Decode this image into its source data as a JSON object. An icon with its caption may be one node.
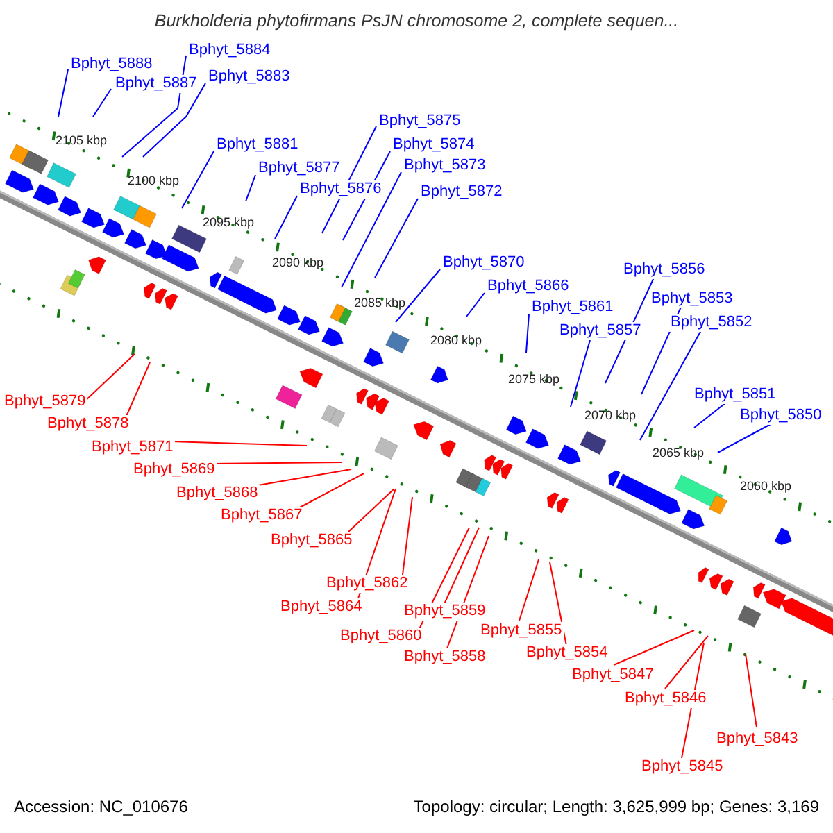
{
  "diagram": {
    "title": "Burkholderia phytofirmans PsJN chromosome 2, complete sequen...",
    "nodes": [
      {
        "text": [
          "Bphyt_5888"
        ]
      },
      {
        "text": [
          "Bphyt_5884"
        ]
      },
      {
        "text": [
          "Bphyt_5887"
        ]
      },
      {
        "text": [
          "Bphyt_5883"
        ]
      },
      {
        "text": [
          "Bphyt_5881"
        ]
      },
      {
        "text": [
          "Bphyt_5877"
        ]
      },
      {
        "text": [
          "Bphyt_5876"
        ]
      },
      {
        "text": [
          "Bphyt_5875"
        ]
      },
      {
        "text": [
          "Bphyt_5874"
        ]
      },
      {
        "text": [
          "Bphyt_5873"
        ]
      },
      {
        "text": [
          "Bphyt_5872"
        ]
      },
      {
        "text": [
          "Bphyt_5870"
        ]
      },
      {
        "text": [
          "Bphyt_5866"
        ]
      },
      {
        "text": [
          "Bphyt_5861"
        ]
      },
      {
        "text": [
          "Bphyt_5857"
        ]
      },
      {
        "text": [
          "Bphyt_5856"
        ]
      },
      {
        "text": [
          "Bphyt_5853"
        ]
      },
      {
        "text": [
          "Bphyt_5852"
        ]
      },
      {
        "text": [
          "Bphyt_5851"
        ]
      },
      {
        "text": [
          "Bphyt_5850"
        ]
      },
      {
        "text": [
          "Bphyt_5879"
        ]
      },
      {
        "text": [
          "Bphyt_5878"
        ]
      },
      {
        "text": [
          "Bphyt_5871"
        ]
      },
      {
        "text": [
          "Bphyt_5869"
        ]
      },
      {
        "text": [
          "Bphyt_5868"
        ]
      },
      {
        "text": [
          "Bphyt_5867"
        ]
      },
      {
        "text": [
          "Bphyt_5865"
        ]
      },
      {
        "text": [
          "Bphyt_5862"
        ]
      },
      {
        "text": [
          "Bphyt_5864"
        ]
      },
      {
        "text": [
          "Bphyt_5860"
        ]
      },
      {
        "text": [
          "Bphyt_5859"
        ]
      },
      {
        "text": [
          "Bphyt_5858"
        ]
      },
      {
        "text": [
          "Bphyt_5855"
        ]
      },
      {
        "text": [
          "Bphyt_5854"
        ]
      },
      {
        "text": [
          "Bphyt_5847"
        ]
      },
      {
        "text": [
          "Bphyt_5846"
        ]
      },
      {
        "text": [
          "Bphyt_5845"
        ]
      },
      {
        "text": [
          "Bphyt_5843"
        ]
      }
    ],
    "edges": [
      {
        "from": 0,
        "to": null,
        "arrow": "none"
      },
      {
        "from": 1,
        "to": null,
        "arrow": "none"
      },
      {
        "from": 2,
        "to": null,
        "arrow": "none"
      },
      {
        "from": 3,
        "to": null,
        "arrow": "none"
      },
      {
        "from": 4,
        "to": null,
        "arrow": "none"
      },
      {
        "from": 5,
        "to": null,
        "arrow": "none"
      },
      {
        "from": 6,
        "to": null,
        "arrow": "none"
      },
      {
        "from": 7,
        "to": null,
        "arrow": "none"
      },
      {
        "from": 8,
        "to": null,
        "arrow": "none"
      },
      {
        "from": 9,
        "to": null,
        "arrow": "none"
      },
      {
        "from": 10,
        "to": null,
        "arrow": "none"
      },
      {
        "from": 11,
        "to": null,
        "arrow": "none"
      },
      {
        "from": 12,
        "to": null,
        "arrow": "none"
      },
      {
        "from": 13,
        "to": null,
        "arrow": "none"
      },
      {
        "from": 14,
        "to": null,
        "arrow": "none"
      },
      {
        "from": 15,
        "to": null,
        "arrow": "none"
      },
      {
        "from": 16,
        "to": null,
        "arrow": "none"
      },
      {
        "from": 17,
        "to": null,
        "arrow": "none"
      },
      {
        "from": 18,
        "to": null,
        "arrow": "none"
      },
      {
        "from": 19,
        "to": null,
        "arrow": "none"
      },
      {
        "from": 20,
        "to": null,
        "arrow": "none",
        "color": "#ff0000"
      },
      {
        "from": 21,
        "to": null,
        "arrow": "none",
        "color": "#ff0000"
      },
      {
        "from": 22,
        "to": null,
        "arrow": "none",
        "color": "#ff0000"
      },
      {
        "from": 23,
        "to": null,
        "arrow": "none",
        "color": "#ff0000"
      },
      {
        "from": 24,
        "to": null,
        "arrow": "none",
        "color": "#ff0000"
      },
      {
        "from": 25,
        "to": null,
        "arrow": "none",
        "color": "#ff0000"
      },
      {
        "from": 26,
        "to": null,
        "arrow": "none",
        "color": "#ff0000"
      },
      {
        "from": 27,
        "to": null,
        "arrow": "none",
        "color": "#ff0000"
      },
      {
        "from": 28,
        "to": null,
        "arrow": "none",
        "color": "#ff0000"
      },
      {
        "from": 29,
        "to": null,
        "arrow": "none",
        "color": "#ff0000"
      },
      {
        "from": 30,
        "to": null,
        "arrow": "none",
        "color": "#ff0000"
      },
      {
        "from": 31,
        "to": null,
        "arrow": "none",
        "color": "#ff0000"
      },
      {
        "from": 32,
        "to": null,
        "arrow": "none",
        "color": "#ff0000"
      },
      {
        "from": 33,
        "to": null,
        "arrow": "none",
        "color": "#ff0000"
      },
      {
        "from": 34,
        "to": null,
        "arrow": "none",
        "color": "#ff0000"
      },
      {
        "from": 35,
        "to": null,
        "arrow": "none",
        "color": "#ff0000"
      },
      {
        "from": 36,
        "to": null,
        "arrow": "none",
        "color": "#ff0000"
      },
      {
        "from": 37,
        "to": null,
        "arrow": "none",
        "color": "#ff0000"
      }
    ],
    "labels": [
      "2105 kbp",
      "2100 kbp",
      "2095 kbp",
      "2090 kbp",
      "2085 kbp",
      "2080 kbp",
      "2075 kbp",
      "2070 kbp",
      "2065 kbp",
      "2060 kbp",
      "Accession: NC_010676",
      "Topology: circular; Length: 3,625,999 bp; Genes: 3,169"
    ]
  }
}
